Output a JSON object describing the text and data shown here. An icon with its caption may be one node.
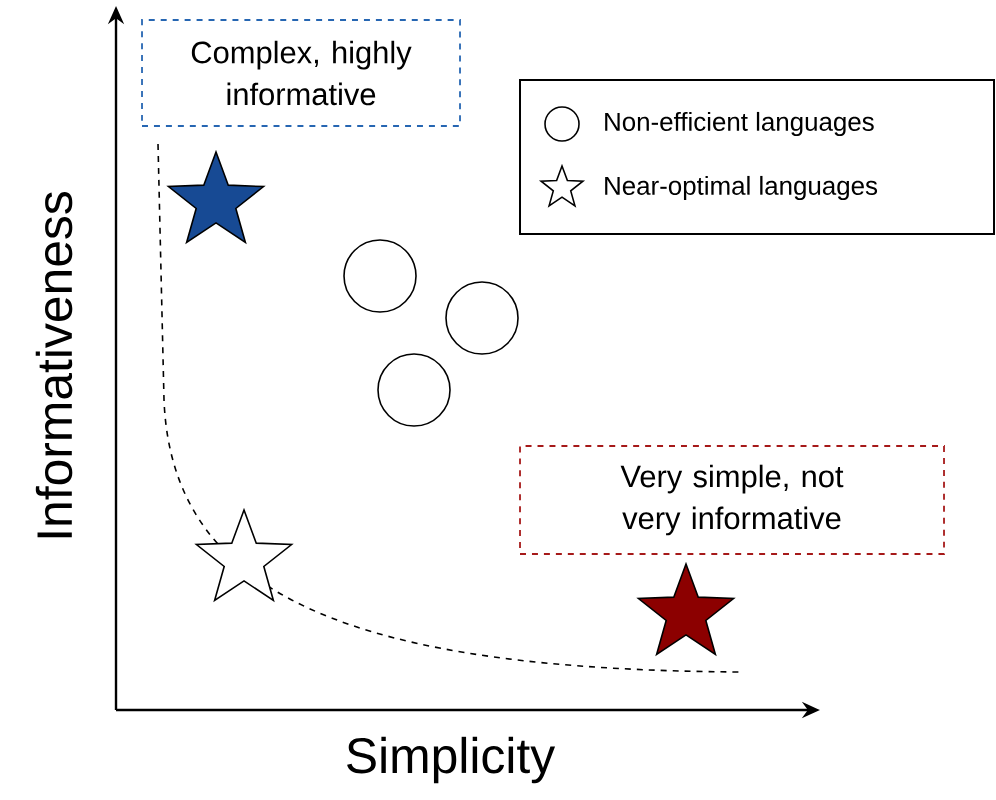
{
  "diagram": {
    "nodes": [
      {
        "text": [
          "Complex, highly informative"
        ]
      },
      {
        "text": [
          "Very simple, not very informative"
        ]
      }
    ],
    "edges": [],
    "labels": [
      "Informativeness",
      "Simplicity"
    ],
    "legend": [
      {
        "text": "Non-efficient languages"
      },
      {
        "text": "Near-optimal languages"
      }
    ]
  }
}
